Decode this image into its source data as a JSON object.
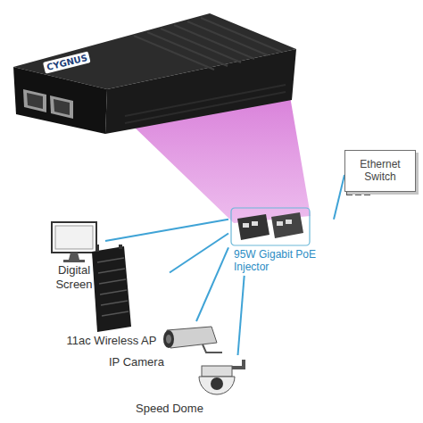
{
  "diagram": {
    "nodes": [
      {
        "text": [
          "Ethernet Switch"
        ]
      },
      {
        "text": [
          "95W Gigabit PoE Injector"
        ]
      },
      {
        "text": [
          "Digital Screen"
        ]
      },
      {
        "text": [
          "11ac Wireless AP"
        ]
      },
      {
        "text": [
          "IP Camera"
        ]
      },
      {
        "text": [
          "Speed Dome"
        ]
      }
    ],
    "edges": [
      {
        "from": 0,
        "to": 1,
        "arrow": "none"
      },
      {
        "from": 1,
        "to": 2,
        "arrow": "none"
      },
      {
        "from": 1,
        "to": 3,
        "arrow": "none"
      },
      {
        "from": 1,
        "to": 4,
        "arrow": "none"
      },
      {
        "from": 1,
        "to": 5,
        "arrow": "none"
      }
    ],
    "labels": [
      "CYGNUS"
    ]
  }
}
